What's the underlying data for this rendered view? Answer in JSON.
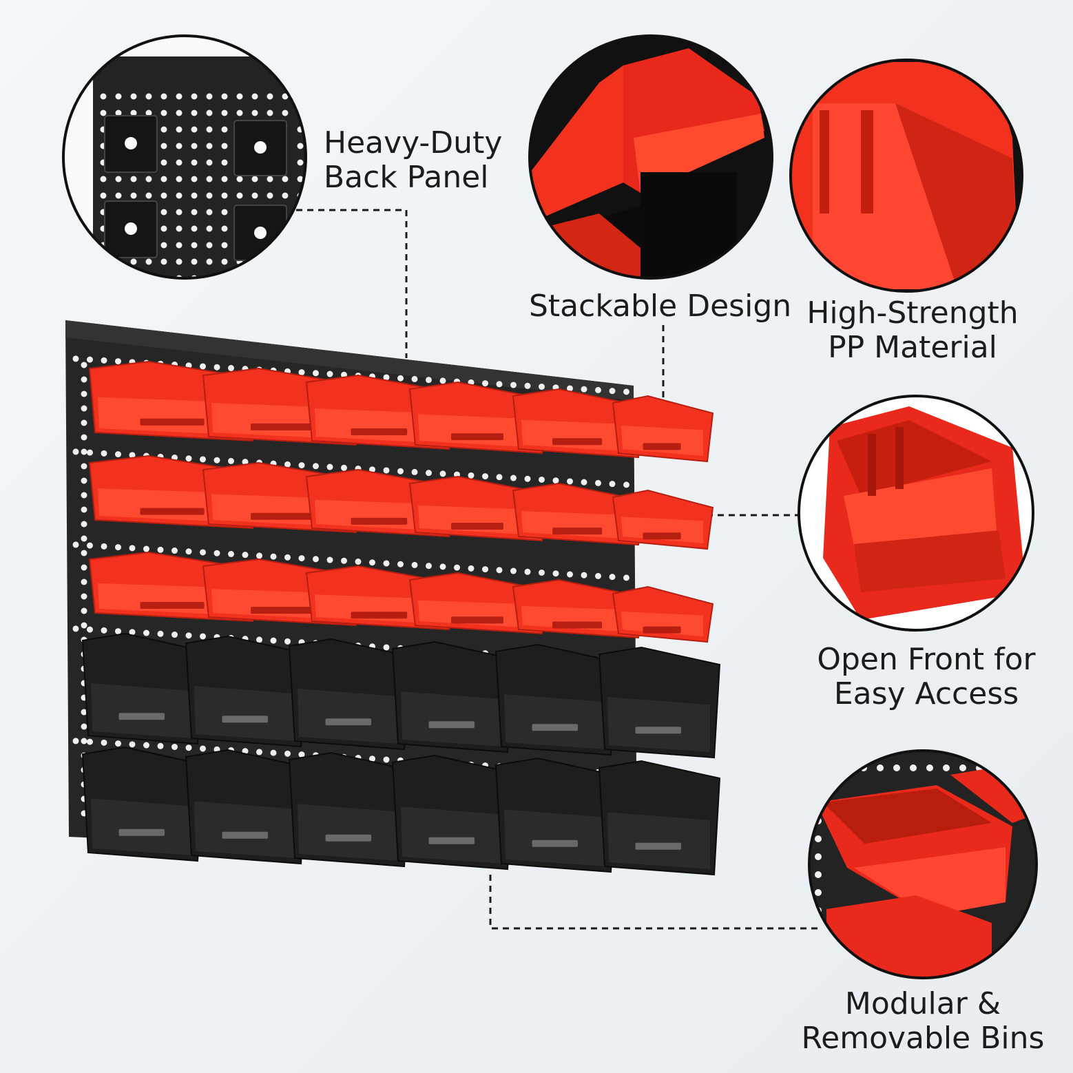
{
  "features": {
    "back_panel": {
      "line1": "Heavy-Duty",
      "line2": "Back Panel"
    },
    "stackable": {
      "line1": "Stackable Design"
    },
    "material": {
      "line1": "High-Strength",
      "line2": "PP Material"
    },
    "open_front": {
      "line1": "Open Front for",
      "line2": "Easy Access"
    },
    "modular": {
      "line1": "Modular &",
      "line2": "Removable Bins"
    }
  },
  "colors": {
    "bin_red": "#f2321e",
    "bin_red_dark": "#b51e10",
    "bin_black": "#1e1e1e",
    "panel": "#262626",
    "circle_border": "#111111"
  },
  "product": {
    "red_rows": 3,
    "black_rows": 2,
    "bins_per_row": 6
  }
}
